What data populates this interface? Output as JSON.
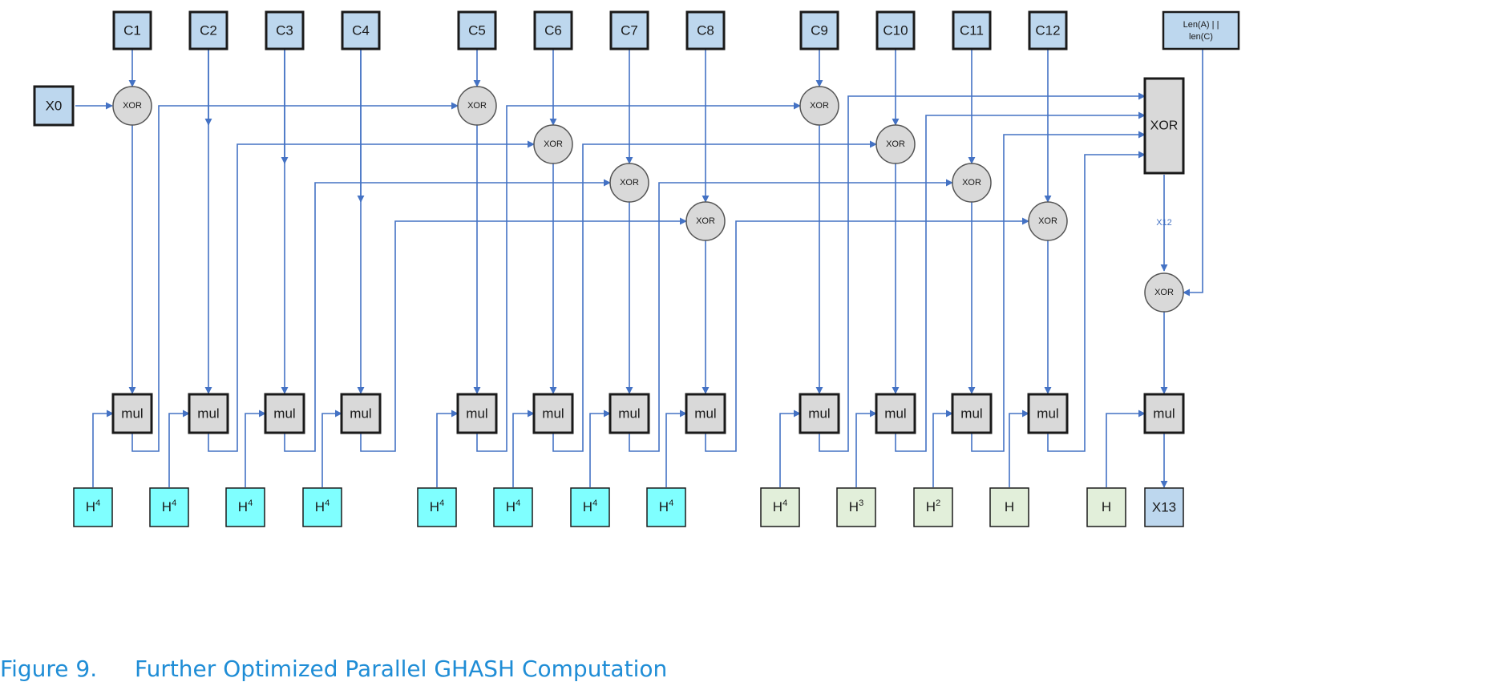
{
  "figure": {
    "caption_number": "Figure 9.",
    "caption_title": "Further Optimized Parallel GHASH Computation"
  },
  "colors": {
    "ciphertext_box": "#bdd7ee",
    "h4_box": "#7fffff",
    "hpow_box": "#e2efda",
    "node_fill": "#d9d9d9",
    "wire": "#4472c4",
    "caption": "#1f8dd6"
  },
  "inputs": {
    "x0": "X0",
    "ciphertexts": [
      "C1",
      "C2",
      "C3",
      "C4",
      "C5",
      "C6",
      "C7",
      "C8",
      "C9",
      "C10",
      "C11",
      "C12"
    ],
    "len_line1": "Len(A) | |",
    "len_line2": "len(C)"
  },
  "ops": {
    "xor": "XOR",
    "mul": "mul"
  },
  "hash_keys": [
    {
      "base": "H",
      "exp": "4"
    },
    {
      "base": "H",
      "exp": "4"
    },
    {
      "base": "H",
      "exp": "4"
    },
    {
      "base": "H",
      "exp": "4"
    },
    {
      "base": "H",
      "exp": "4"
    },
    {
      "base": "H",
      "exp": "4"
    },
    {
      "base": "H",
      "exp": "4"
    },
    {
      "base": "H",
      "exp": "4"
    },
    {
      "base": "H",
      "exp": "4"
    },
    {
      "base": "H",
      "exp": "3"
    },
    {
      "base": "H",
      "exp": "2"
    },
    {
      "base": "H",
      "exp": ""
    },
    {
      "base": "H",
      "exp": ""
    }
  ],
  "outputs": {
    "x12_label": "X12",
    "x13": "X13"
  }
}
